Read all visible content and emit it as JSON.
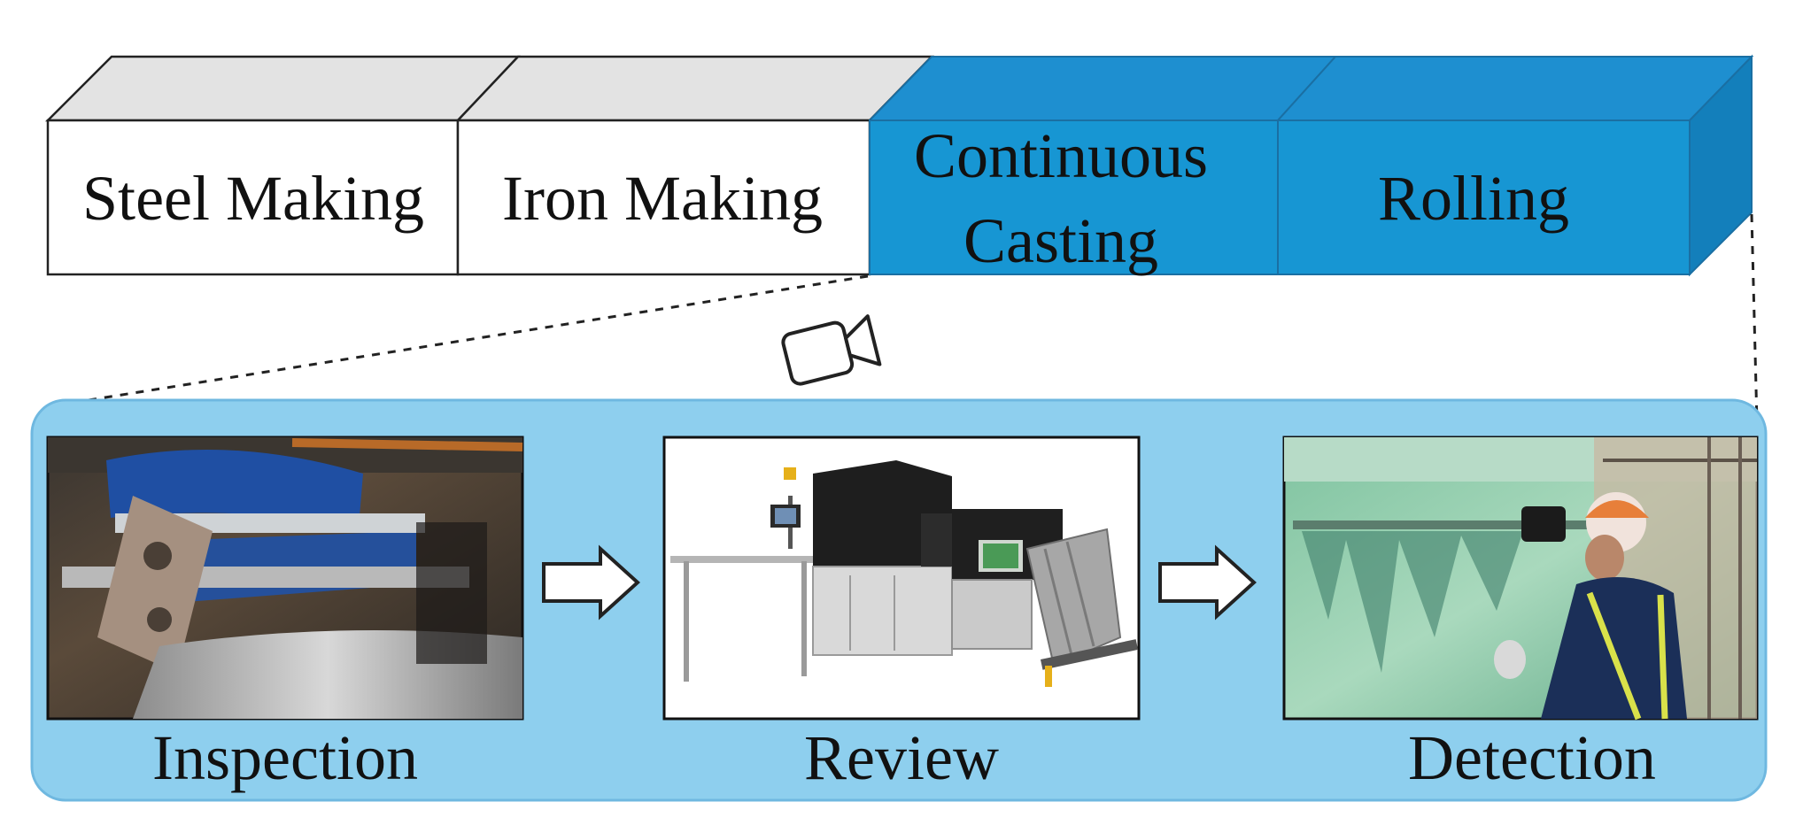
{
  "stages": [
    {
      "label": "Steel Making",
      "highlight": false
    },
    {
      "label": "Iron Making",
      "highlight": false
    },
    {
      "label_lines": [
        "Continuous",
        "Casting"
      ],
      "highlight": true
    },
    {
      "label": "Rolling",
      "highlight": true
    }
  ],
  "process_steps": [
    {
      "label": "Inspection",
      "image": "steel-rolling-mill-photo"
    },
    {
      "label": "Review",
      "image": "inspection-machine-render"
    },
    {
      "label": "Detection",
      "image": "worker-with-ar-device-photo"
    }
  ],
  "icons": {
    "camera": "video-camera-icon",
    "arrow": "right-arrow-icon"
  },
  "colors": {
    "highlight_face": "#1796d3",
    "highlight_top": "#1e8fd0",
    "highlight_side": "#137fbb",
    "gray_top": "#e3e3e3",
    "panel_bg": "#8ecfee",
    "panel_border": "#6fb8e0"
  }
}
